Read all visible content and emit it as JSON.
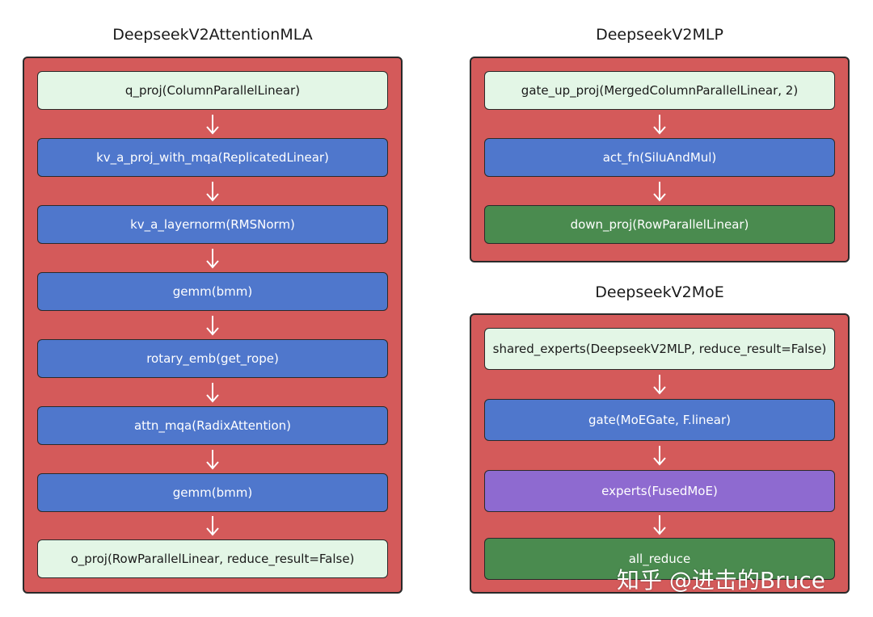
{
  "colors": {
    "panel": "#d45a5a",
    "light": "#e3f6e6",
    "blue": "#4f77cc",
    "green": "#4a8b4f",
    "purple": "#8e6ad0"
  },
  "panels": [
    {
      "title": "DeepseekV2AttentionMLA",
      "nodes": [
        {
          "label": "q_proj(ColumnParallelLinear)",
          "fill": "light"
        },
        {
          "label": "kv_a_proj_with_mqa(ReplicatedLinear)",
          "fill": "blue"
        },
        {
          "label": "kv_a_layernorm(RMSNorm)",
          "fill": "blue"
        },
        {
          "label": "gemm(bmm)",
          "fill": "blue"
        },
        {
          "label": "rotary_emb(get_rope)",
          "fill": "blue"
        },
        {
          "label": "attn_mqa(RadixAttention)",
          "fill": "blue"
        },
        {
          "label": "gemm(bmm)",
          "fill": "blue"
        },
        {
          "label": "o_proj(RowParallelLinear, reduce_result=False)",
          "fill": "light"
        }
      ]
    },
    {
      "title": "DeepseekV2MLP",
      "nodes": [
        {
          "label": "gate_up_proj(MergedColumnParallelLinear,  2)",
          "fill": "light"
        },
        {
          "label": "act_fn(SiluAndMul)",
          "fill": "blue"
        },
        {
          "label": "down_proj(RowParallelLinear)",
          "fill": "green"
        }
      ]
    },
    {
      "title": "DeepseekV2MoE",
      "nodes": [
        {
          "label": "shared_experts(DeepseekV2MLP, reduce_result=False)",
          "fill": "light"
        },
        {
          "label": "gate(MoEGate, F.linear)",
          "fill": "blue"
        },
        {
          "label": "experts(FusedMoE)",
          "fill": "purple"
        },
        {
          "label": "all_reduce",
          "fill": "green"
        }
      ]
    }
  ],
  "watermark": "知乎 @进击的Bruce"
}
